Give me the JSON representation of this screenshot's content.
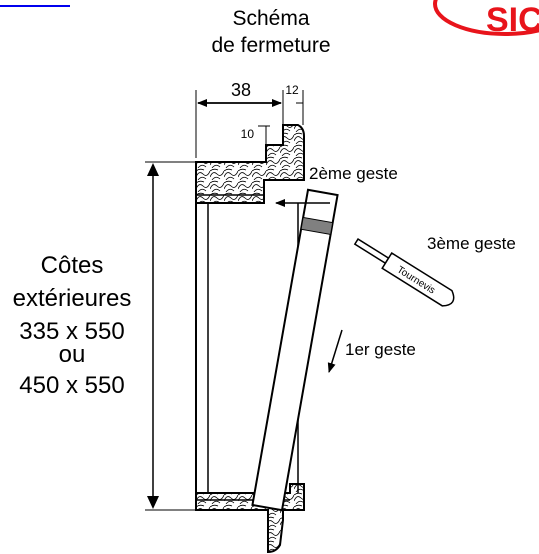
{
  "title": {
    "line1": "Schéma",
    "line2": "de fermeture"
  },
  "logo": {
    "text": "SIC",
    "color": "#e8141b"
  },
  "dimensions": {
    "depth": "38",
    "lip": "12",
    "step": "10"
  },
  "steps": {
    "first": "1er geste",
    "second": "2ème geste",
    "third": "3ème geste"
  },
  "tool_label": "Tournevis",
  "side_note": {
    "line1": "Côtes",
    "line2": "extérieures",
    "line3": "335 x 550",
    "line4": "ou",
    "line5": "450 x 550"
  },
  "colors": {
    "ink": "#000000",
    "band": "#808080",
    "link": "#0000ee"
  }
}
